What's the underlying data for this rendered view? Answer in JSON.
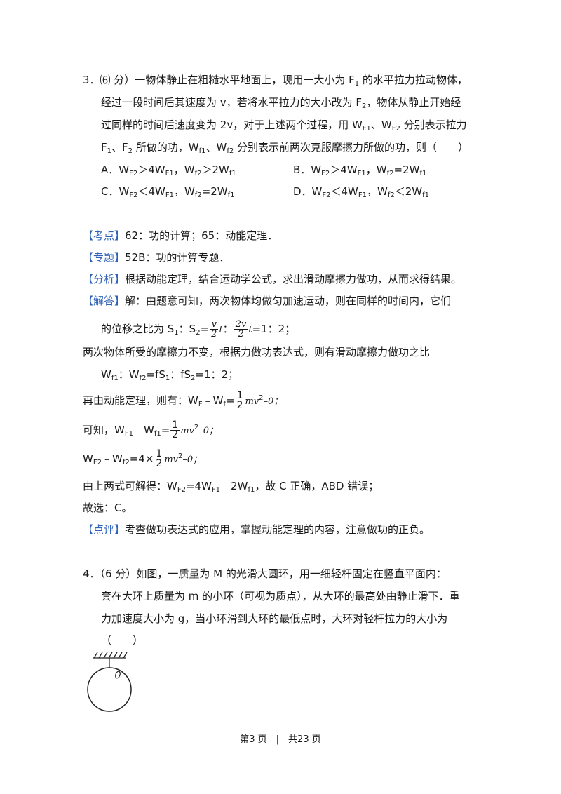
{
  "q3": {
    "l1": "3．⑹ 分）一物体静止在粗糙水平地面上，现用一大小为 F",
    "l1_sub": "1",
    "l1_end": " 的水平拉力拉动物体，",
    "l2a": "经过一段时间后其速度为 v，若将水平拉力的大小改为 F",
    "l2_sub": "2",
    "l2b": "，物体从静止开始经",
    "l3": "过同样的时间后速度变为 2v，对于上述两个过程，用 W",
    "l3_s1": "F1",
    "l3_mid": "、W",
    "l3_s2": "F2",
    "l3_end": " 分别表示拉力",
    "l4a": "F",
    "l4_s1": "1",
    "l4b": "、F",
    "l4_s2": "2",
    "l4c": " 所做的功，W",
    "l4_s3": "f1",
    "l4d": "、W",
    "l4_s4": "f2",
    "l4e": " 分别表示前两次克服摩擦力所做的功，则（　　）",
    "optA": [
      "A．W",
      "F2",
      "＞4W",
      "F1",
      "，W",
      "f2",
      "＞2W",
      "f1"
    ],
    "optB": [
      "B．W",
      "F2",
      "＞4W",
      "F1",
      "，W",
      "f2",
      "=2W",
      "f1"
    ],
    "optC": [
      "C．W",
      "F2",
      "＜4W",
      "F1",
      "，W",
      "f2",
      "=2W",
      "f1"
    ],
    "optD": [
      "D．W",
      "F2",
      "＜4W",
      "F1",
      "，W",
      "f2",
      "＜2W",
      "f1"
    ]
  },
  "kaodian": {
    "tag": "【考点】",
    "text": "62：功的计算；65：动能定理．"
  },
  "zhuanti": {
    "tag": "【专题】",
    "text": "52B：功的计算专题．"
  },
  "fenxi": {
    "tag": "【分析】",
    "text": "根据动能定理，结合运动学公式，求出滑动摩擦力做功，从而求得结果。"
  },
  "jieda": {
    "tag": "【解答】",
    "l1": "解：由题意可知，两次物体均做匀加速运动，则在同样的时间内，它们",
    "l2a": "的位移之比为 S",
    "l2_s1": "1",
    "l2b": "：S",
    "l2_s2": "2",
    "l2c": "=",
    "f1n": "v",
    "f1d": "2",
    "l2t1": "t",
    "l2d": "：",
    "f2n": "2v",
    "f2d": "2",
    "l2t2": "t",
    "l2e": "=1：2；",
    "l3": "两次物体所受的摩擦力不变，根据力做功表达式，则有滑动摩擦力做功之比",
    "l4a": "W",
    "l4_s1": "f1",
    "l4b": "：W",
    "l4_s2": "f2",
    "l4c": "=fS",
    "l4_s3": "1",
    "l4d": "：fS",
    "l4_s4": "2",
    "l4e": "=1：2；",
    "l5a": "再由动能定理，则有：W",
    "l5_s1": "F",
    "l5b": "﹣W",
    "l5_s2": "f",
    "l5c": "=",
    "half_n": "1",
    "half_d": "2",
    "mv": "mv",
    "sq": "2",
    "minus0": "–0；",
    "l6a": "可知，W",
    "l6_s1": "F1",
    "l6b": "﹣W",
    "l6_s2": "f1",
    "l6c": "=",
    "l7a": "W",
    "l7_s1": "F2",
    "l7b": "﹣W",
    "l7_s2": "f2",
    "l7c": "=4×",
    "l8a": "由上两式可解得：W",
    "l8_s1": "F2",
    "l8b": "=4W",
    "l8_s2": "F1",
    "l8c": "﹣2W",
    "l8_s3": "f1",
    "l8d": "，故 C 正确，ABD 错误；",
    "l9": "故选：C。"
  },
  "dianping": {
    "tag": "【点评】",
    "text": "考查做功表达式的应用，掌握动能定理的内容，注意做功的正负。"
  },
  "q4": {
    "l1": "4．（6 分）如图，一质量为 M 的光滑大圆环，用一细轻杆固定在竖直平面内：",
    "l2": "套在大环上质量为 m 的小环（可视为质点），从大环的最高处由静止滑下．重",
    "l3": "力加速度大小为 g，当小环滑到大环的最低点时，大环对轻杆拉力的大小为",
    "l4": "（　　）"
  },
  "footer": "第3 页　|　共23 页"
}
